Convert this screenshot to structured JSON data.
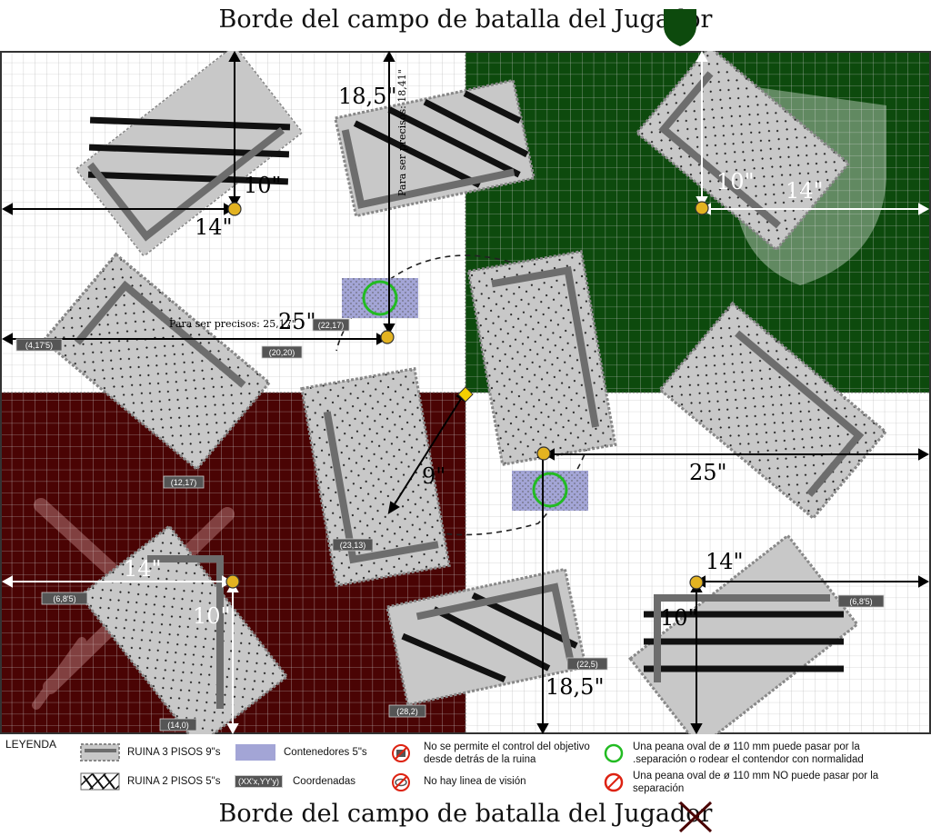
{
  "title_top": "Borde del campo de batalla del Jugador",
  "title_bottom": "Borde del campo de batalla del Jugador",
  "icons": {
    "top": "shield-icon",
    "bottom": "crossed-swords-icon"
  },
  "colors": {
    "player_zone_top": "#0d4a0d",
    "player_zone_bottom": "#4a0404",
    "ruin": "#c8c8c8",
    "container": "#9a9ccf",
    "objective": "#e3b321"
  },
  "measurements": {
    "top_left_v": "10\"",
    "top_left_h": "14\"",
    "top_mid_v": "18,5\"",
    "top_mid_precise": "Para ser precisos: 18,41\"",
    "top_right_v": "10\"",
    "top_right_h": "14\"",
    "center_left_h": "25\"",
    "center_left_precise": "Para ser precisos: 25,17\"",
    "center_diag": "9\"",
    "center_right_h": "25\"",
    "bottom_left_h": "14\"",
    "bottom_left_v": "10\"",
    "bottom_mid_v": "18,5\"",
    "bottom_right_h": "14\"",
    "bottom_right_v": "10\""
  },
  "coords": {
    "c1": "(4,17'5)",
    "c2": "(22,17)",
    "c3": "(20,20)",
    "c4": "(12,17)",
    "c5": "(6,8'5)",
    "c6": "(23,13)",
    "c7": "(14,0)",
    "c8": "(28,2)",
    "c9": "(22,5)",
    "c10": "(6,8'5)"
  },
  "legend": {
    "heading": "LEYENDA",
    "ruin3": "RUINA 3 PISOS 9\"s",
    "ruin2": "RUINA 2 PISOS 5\"s",
    "containers": "Contenedores 5\"s",
    "coords_label": "Coordenadas",
    "coords_swatch": "(XX'x,YY'y)",
    "no_control": "No se permite el control del objetivo desde detrás de la ruina",
    "no_los": "No hay linea de visión",
    "base_pass": "Una peana oval de ø 110 mm puede pasar por la .separación o rodear el contendor con normalidad",
    "base_no_pass": "Una peana oval de ø 110 mm NO puede pasar por la separación"
  }
}
